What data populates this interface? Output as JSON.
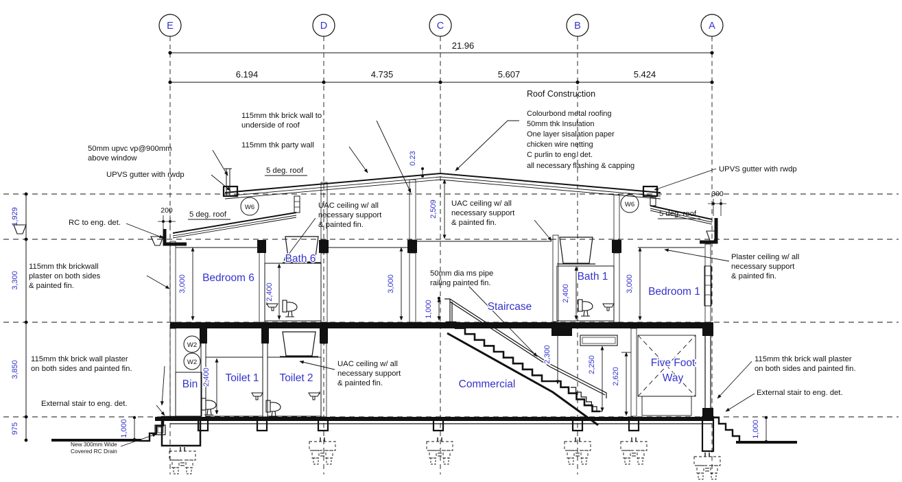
{
  "colors": {
    "line": "#111111",
    "accent_blue": "#3333cc",
    "background": "#ffffff"
  },
  "grid": {
    "e": "E",
    "d": "D",
    "c": "C",
    "b": "B",
    "a": "A"
  },
  "dims": {
    "total": "21.96",
    "bay_ed": "6.194",
    "bay_dc": "4.735",
    "bay_cb": "5.607",
    "bay_ba": "5.424",
    "lvl_1": "1,929",
    "lvl_2": "3,300",
    "lvl_3": "3,850",
    "lvl_4": "975",
    "h_bed6": "3,000",
    "h_bath6": "2,400",
    "h_mid": "3,000",
    "h_ridge": "2,509",
    "ridge_rise": "0.23",
    "h_rail": "1,000",
    "h_bath1": "2,400",
    "h_bed1": "3,000",
    "h_head1": "2,300",
    "h_head2": "2,250",
    "h_ffw": "2,620",
    "h_toilet": "2,400",
    "stair_l": "1,000",
    "stair_r": "1,000",
    "eave_l": "200",
    "eave_r": "300"
  },
  "rooms": {
    "bedroom6": "Bedroom 6",
    "bath6": "Bath 6",
    "staircase": "Staircase",
    "bath1": "Bath 1",
    "bedroom1": "Bedroom 1",
    "bin": "Bin",
    "toilet1": "Toilet 1",
    "toilet2": "Toilet 2",
    "commercial": "Commercial",
    "five_foot_1": "Five Foot",
    "five_foot_2": "Way"
  },
  "tags": {
    "w6": "W6",
    "w2": "W2"
  },
  "roof_notes": {
    "title": "Roof Construction",
    "l1": "Colourbond metal roofing",
    "l2": "50mm thk Insulation",
    "l3": "One layer sisalation paper",
    "l4": "chicken wire netting",
    "l5": "C purlin to eng. det.",
    "l6": "all necessary flashing & capping"
  },
  "notes": {
    "brick_to_roof_1": "115mm thk brick wall to",
    "brick_to_roof_2": "underside of roof",
    "party_wall": "115mm thk party wall",
    "vp_1": "50mm upvc vp@900mm",
    "vp_2": "above window",
    "gutter": "UPVS gutter with rwdp",
    "rc": "RC to eng. det.",
    "brickwall_1": "115mm thk brickwall",
    "brickwall_2": "plaster on both sides",
    "brickwall_3": "& painted fin.",
    "uac_1": "UAC ceiling w/ all",
    "uac_2": "necessary support",
    "uac_3": "& painted fin.",
    "plaster_1": "Plaster ceiling w/ all",
    "plaster_2": "necessary support",
    "plaster_3": "& painted fin.",
    "pipe_1": "50mm dia ms pipe",
    "pipe_2": "railing painted fin.",
    "brick_plaster_1": "115mm thk brick wall plaster",
    "brick_plaster_2": "on both sides and painted fin.",
    "ext_stair": "External stair to eng. det.",
    "drain_1": "New 300mm Wide",
    "drain_2": "Covered RC Drain",
    "deg_roof": "5 deg. roof"
  }
}
